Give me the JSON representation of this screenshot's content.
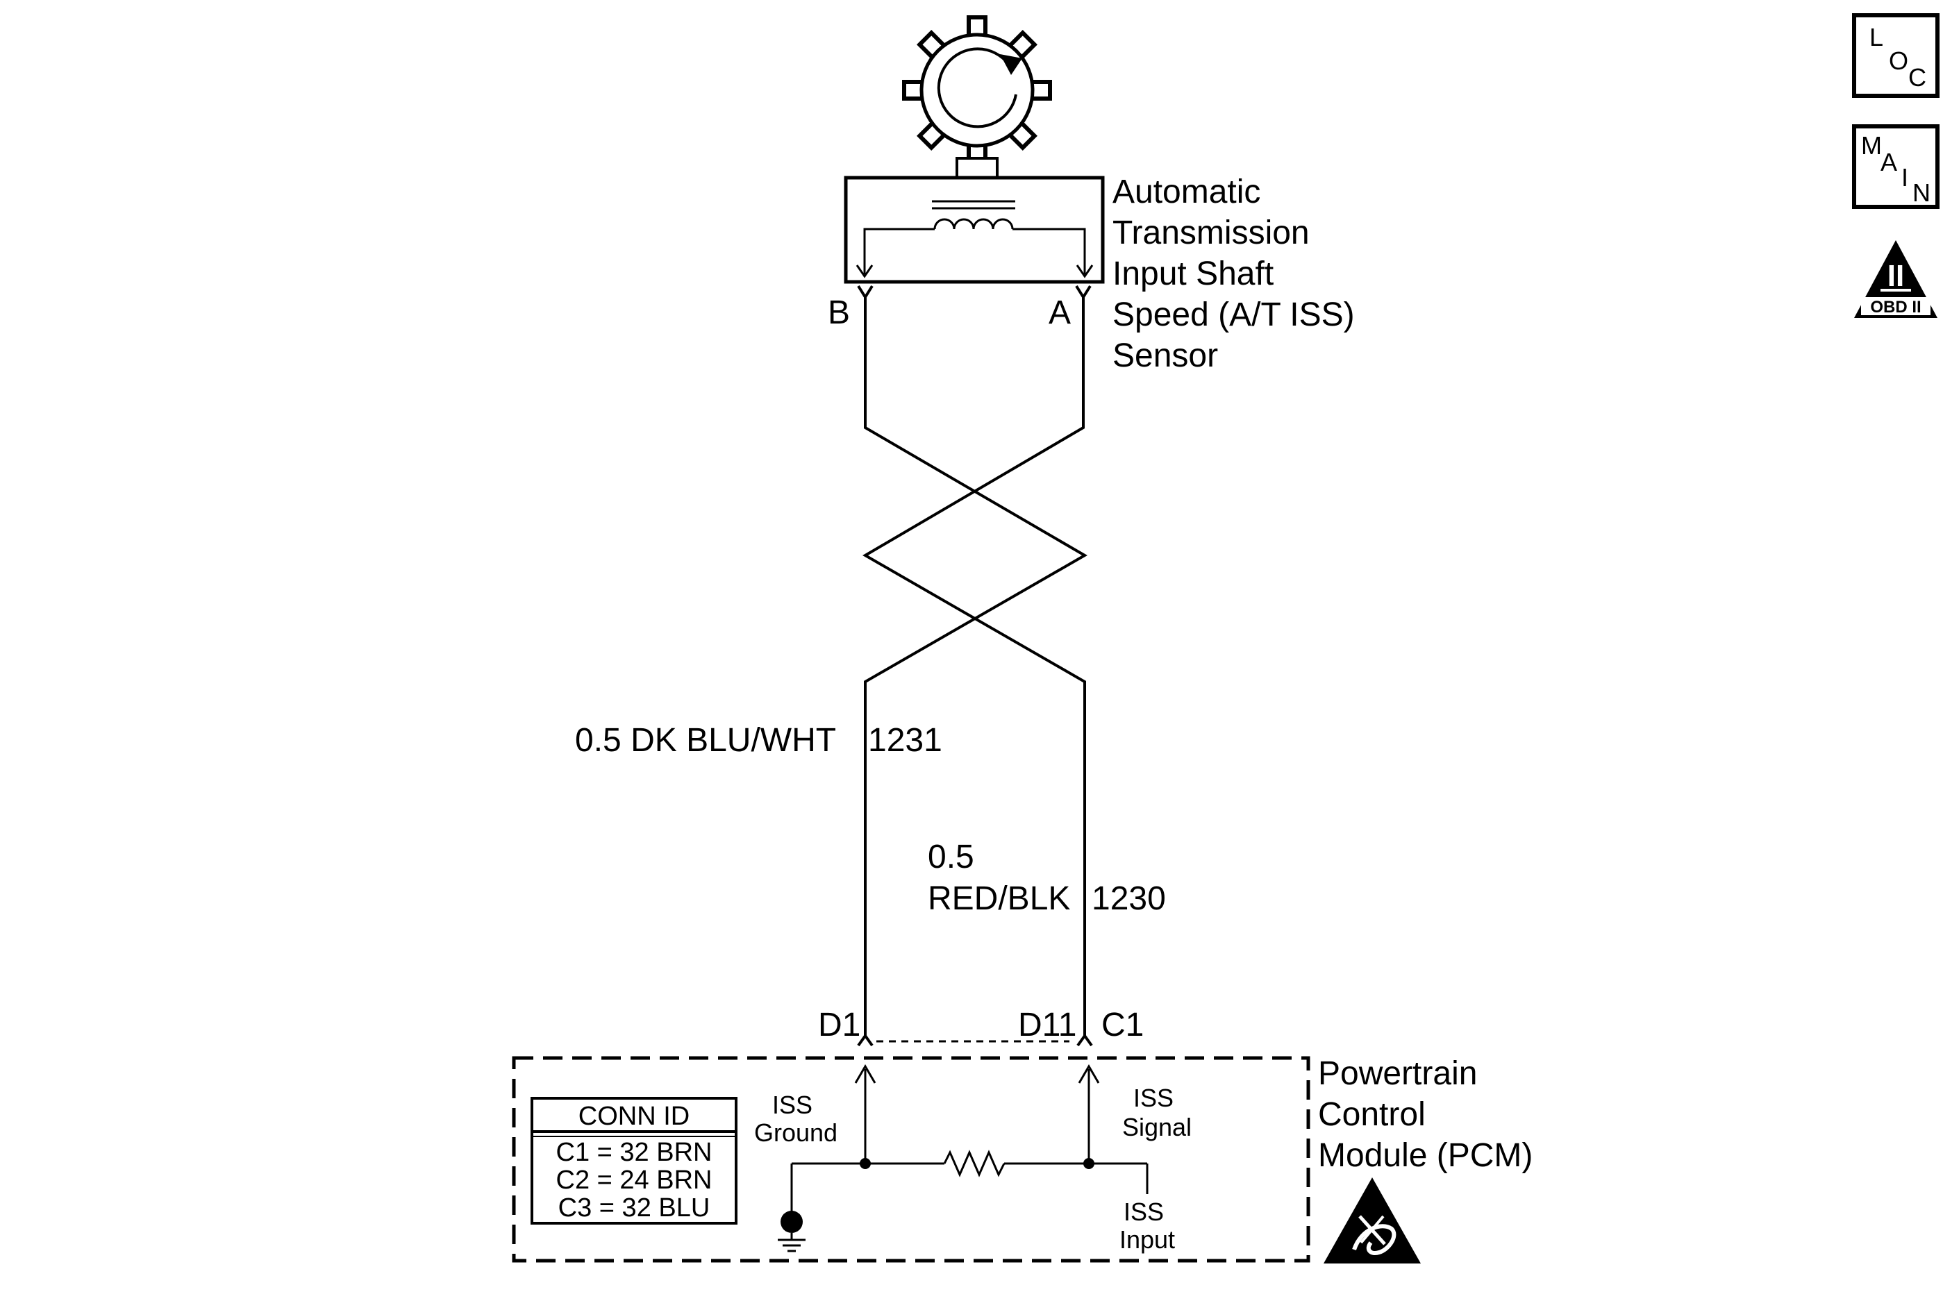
{
  "sensor": {
    "name_lines": [
      "Automatic",
      "Transmission",
      "Input Shaft",
      "Speed (A/T ISS)",
      "Sensor"
    ],
    "terminal_b": "B",
    "terminal_a": "A"
  },
  "wires": {
    "left_label": "0.5 DK BLU/WHT",
    "left_circuit": "1231",
    "right_size": "0.5",
    "right_color": "RED/BLK",
    "right_circuit": "1230"
  },
  "pcm": {
    "pin_left": "D1",
    "pin_mid": "D11",
    "pin_right": "C1",
    "name_lines": [
      "Powertrain",
      "Control",
      "Module (PCM)"
    ],
    "iss_ground": [
      "ISS",
      "Ground"
    ],
    "iss_signal": [
      "ISS",
      "Signal"
    ],
    "iss_input": [
      "ISS",
      "Input"
    ]
  },
  "conn_id": {
    "header": "CONN ID",
    "rows": [
      "C1 = 32 BRN",
      "C2 = 24 BRN",
      "C3 = 32 BLU"
    ]
  },
  "badges": {
    "loc": [
      "L",
      "O",
      "C"
    ],
    "main": [
      "M",
      "A",
      "I",
      "N"
    ],
    "obd_numeral": "II",
    "obd_text": "OBD II"
  },
  "icons": [
    "gear-rotation-icon",
    "ground-icon",
    "esd-sensitive-icon",
    "obd-ii-icon"
  ]
}
